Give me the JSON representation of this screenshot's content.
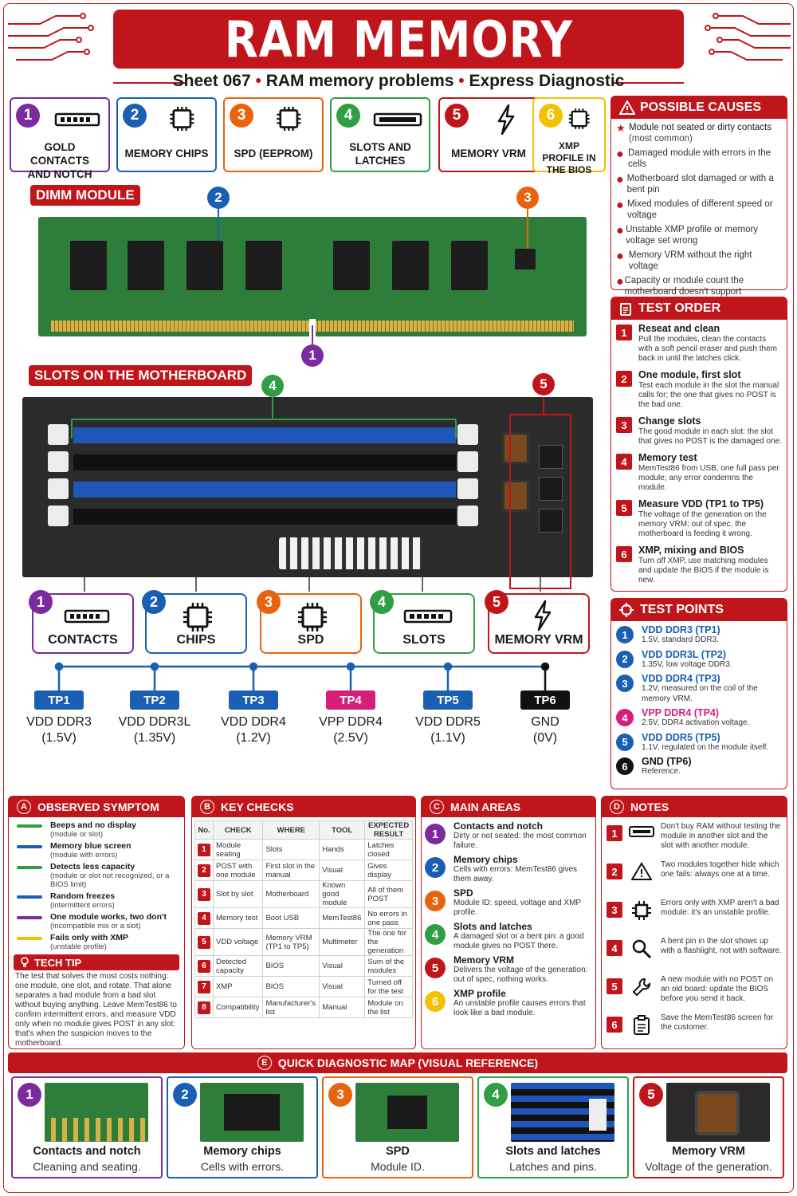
{
  "title": "RAM MEMORY",
  "subtitle": {
    "sheet": "Sheet 067",
    "topic": "RAM memory problems",
    "mode": "Express Diagnostic",
    "sep": "•"
  },
  "colors": {
    "c1": "#7b2b9e",
    "c2": "#1a5fb4",
    "c3": "#e8640c",
    "c4": "#2f9e44",
    "c5": "#c0161b",
    "c6": "#f2c200",
    "brand": "#c0161b"
  },
  "categories": [
    {
      "n": "1",
      "label": "GOLD CONTACTS AND NOTCH",
      "icon": "ram-stick-icon"
    },
    {
      "n": "2",
      "label": "MEMORY CHIPS",
      "icon": "chip-icon"
    },
    {
      "n": "3",
      "label": "SPD (EEPROM)",
      "icon": "chip-icon"
    },
    {
      "n": "4",
      "label": "SLOTS AND LATCHES",
      "icon": "slot-icon"
    },
    {
      "n": "5",
      "label": "MEMORY VRM",
      "icon": "lightning-icon"
    },
    {
      "n": "6",
      "label": "XMP PROFILE IN THE BIOS",
      "icon": "chip-icon"
    }
  ],
  "dimm": {
    "label": "DIMM MODULE",
    "markers": [
      "2",
      "3",
      "1"
    ]
  },
  "board": {
    "label": "SLOTS ON THE MOTHERBOARD",
    "markers": [
      "4",
      "5"
    ]
  },
  "board_cards": [
    {
      "n": "1",
      "label": "CONTACTS"
    },
    {
      "n": "2",
      "label": "CHIPS"
    },
    {
      "n": "3",
      "label": "SPD"
    },
    {
      "n": "4",
      "label": "SLOTS"
    },
    {
      "n": "5",
      "label": "MEMORY VRM"
    }
  ],
  "test_points": [
    {
      "tp": "TP1",
      "name": "VDD DDR3",
      "v": "(1.5V)",
      "color": "#1a5fb4"
    },
    {
      "tp": "TP2",
      "name": "VDD DDR3L",
      "v": "(1.35V)",
      "color": "#1a5fb4"
    },
    {
      "tp": "TP3",
      "name": "VDD DDR4",
      "v": "(1.2V)",
      "color": "#1a5fb4"
    },
    {
      "tp": "TP4",
      "name": "VPP DDR4",
      "v": "(2.5V)",
      "color": "#d61f7a"
    },
    {
      "tp": "TP5",
      "name": "VDD DDR5",
      "v": "(1.1V)",
      "color": "#1a5fb4"
    },
    {
      "tp": "TP6",
      "name": "GND",
      "v": "(0V)",
      "color": "#111111"
    }
  ],
  "causes": {
    "header": "POSSIBLE CAUSES",
    "items": [
      {
        "t": "Module not seated or dirty contacts",
        "s": "(most common)"
      },
      {
        "t": "Damaged module with errors in the cells",
        "s": ""
      },
      {
        "t": "Motherboard slot damaged or with a bent pin",
        "s": ""
      },
      {
        "t": "Mixed modules of different speed or voltage",
        "s": ""
      },
      {
        "t": "Unstable XMP profile or memory voltage set wrong",
        "s": ""
      },
      {
        "t": "Memory VRM without the right voltage",
        "s": ""
      },
      {
        "t": "Capacity or module count the motherboard doesn't support",
        "s": ""
      }
    ]
  },
  "test_order": {
    "header": "TEST ORDER",
    "items": [
      {
        "n": "1",
        "t": "Reseat and clean",
        "d": "Pull the modules, clean the contacts with a soft pencil eraser and push them back in until the latches click."
      },
      {
        "n": "2",
        "t": "One module, first slot",
        "d": "Test each module in the slot the manual calls for; the one that gives no POST is the bad one."
      },
      {
        "n": "3",
        "t": "Change slots",
        "d": "The good module in each slot: the slot that gives no POST is the damaged one."
      },
      {
        "n": "4",
        "t": "Memory test",
        "d": "MemTest86 from USB, one full pass per module; any error condemns the module."
      },
      {
        "n": "5",
        "t": "Measure VDD (TP1 to TP5)",
        "d": "The voltage of the generation on the memory VRM; out of spec, the motherboard is feeding it wrong."
      },
      {
        "n": "6",
        "t": "XMP, mixing and BIOS",
        "d": "Turn off XMP, use matching modules and update the BIOS if the module is new."
      }
    ]
  },
  "tp_panel": {
    "header": "TEST POINTS",
    "items": [
      {
        "n": "1",
        "t": "VDD DDR3 (TP1)",
        "d": "1.5V, standard DDR3.",
        "color": "#1a5fb4"
      },
      {
        "n": "2",
        "t": "VDD DDR3L (TP2)",
        "d": "1.35V, low voltage DDR3.",
        "color": "#1a5fb4"
      },
      {
        "n": "3",
        "t": "VDD DDR4 (TP3)",
        "d": "1.2V, measured on the coil of the memory VRM.",
        "color": "#1a5fb4"
      },
      {
        "n": "4",
        "t": "VPP DDR4 (TP4)",
        "d": "2.5V, DDR4 activation voltage.",
        "color": "#d61f7a"
      },
      {
        "n": "5",
        "t": "VDD DDR5 (TP5)",
        "d": "1.1V, regulated on the module itself.",
        "color": "#1a5fb4"
      },
      {
        "n": "6",
        "t": "GND (TP6)",
        "d": "Reference.",
        "color": "#111111"
      }
    ]
  },
  "symptom": {
    "letter": "A",
    "header": "OBSERVED SYMPTOM",
    "items": [
      {
        "t": "Beeps and no display",
        "s": "(module or slot)",
        "color": "#2f9e44"
      },
      {
        "t": "Memory blue screen",
        "s": "(module with errors)",
        "color": "#1a5fb4"
      },
      {
        "t": "Detects less capacity",
        "s": "(module or slot not recognized, or a BIOS limit)",
        "color": "#2f9e44"
      },
      {
        "t": "Random freezes",
        "s": "(intermittent errors)",
        "color": "#1a5fb4"
      },
      {
        "t": "One module works, two don't",
        "s": "(incompatible mix or a slot)",
        "color": "#7b2b9e"
      },
      {
        "t": "Fails only with XMP",
        "s": "(unstable profile)",
        "color": "#f2c200"
      }
    ],
    "tip_header": "TECH TIP",
    "tip": "The test that solves the most costs nothing: one module, one slot, and rotate. That alone separates a bad module from a bad slot without buying anything. Leave MemTest86 to confirm intermittent errors, and measure VDD only when no module gives POST in any slot: that's when the suspicion moves to the motherboard."
  },
  "checks": {
    "letter": "B",
    "header": "KEY CHECKS",
    "cols": [
      "No.",
      "CHECK",
      "WHERE",
      "TOOL",
      "EXPECTED RESULT"
    ],
    "rows": [
      [
        "1",
        "Module seating",
        "Slots",
        "Hands",
        "Latches closed"
      ],
      [
        "2",
        "POST with one module",
        "First slot in the manual",
        "Visual",
        "Gives display"
      ],
      [
        "3",
        "Slot by slot",
        "Motherboard",
        "Known good module",
        "All of them POST"
      ],
      [
        "4",
        "Memory test",
        "Boot USB",
        "MemTest86",
        "No errors in one pass"
      ],
      [
        "5",
        "VDD voltage",
        "Memory VRM (TP1 to TP5)",
        "Multimeter",
        "The one for the generation"
      ],
      [
        "6",
        "Detected capacity",
        "BIOS",
        "Visual",
        "Sum of the modules"
      ],
      [
        "7",
        "XMP",
        "BIOS",
        "Visual",
        "Turned off for the test"
      ],
      [
        "8",
        "Compatibility",
        "Manufacturer's list",
        "Manual",
        "Module on the list"
      ]
    ]
  },
  "areas": {
    "letter": "C",
    "header": "MAIN AREAS",
    "items": [
      {
        "n": "1",
        "t": "Contacts and notch",
        "d": "Dirty or not seated: the most common failure."
      },
      {
        "n": "2",
        "t": "Memory chips",
        "d": "Cells with errors: MemTest86 gives them away."
      },
      {
        "n": "3",
        "t": "SPD",
        "d": "Module ID: speed, voltage and XMP profile."
      },
      {
        "n": "4",
        "t": "Slots and latches",
        "d": "A damaged slot or a bent pin: a good module gives no POST there."
      },
      {
        "n": "5",
        "t": "Memory VRM",
        "d": "Delivers the voltage of the generation: out of spec, nothing works."
      },
      {
        "n": "6",
        "t": "XMP profile",
        "d": "An unstable profile causes errors that look like a bad module."
      }
    ]
  },
  "notes": {
    "letter": "D",
    "header": "NOTES",
    "items": [
      {
        "n": "1",
        "icon": "ram-stick-icon",
        "d": "Don't buy RAM without testing the module in another slot and the slot with another module."
      },
      {
        "n": "2",
        "icon": "warning-icon",
        "d": "Two modules together hide which one fails: always one at a time."
      },
      {
        "n": "3",
        "icon": "chip-icon",
        "d": "Errors only with XMP aren't a bad module: it's an unstable profile."
      },
      {
        "n": "4",
        "icon": "magnifier-icon",
        "d": "A bent pin in the slot shows up with a flashlight, not with software."
      },
      {
        "n": "5",
        "icon": "wrench-icon",
        "d": "A new module with no POST on an old board: update the BIOS before you send it back."
      },
      {
        "n": "6",
        "icon": "clipboard-icon",
        "d": "Save the MemTest86 screen for the customer."
      }
    ]
  },
  "map": {
    "letter": "E",
    "header": "QUICK DIAGNOSTIC MAP (VISUAL REFERENCE)",
    "items": [
      {
        "n": "1",
        "t": "Contacts and notch",
        "d": "Cleaning and seating."
      },
      {
        "n": "2",
        "t": "Memory chips",
        "d": "Cells with errors."
      },
      {
        "n": "3",
        "t": "SPD",
        "d": "Module ID."
      },
      {
        "n": "4",
        "t": "Slots and latches",
        "d": "Latches and pins."
      },
      {
        "n": "5",
        "t": "Memory VRM",
        "d": "Voltage of the generation."
      }
    ]
  }
}
